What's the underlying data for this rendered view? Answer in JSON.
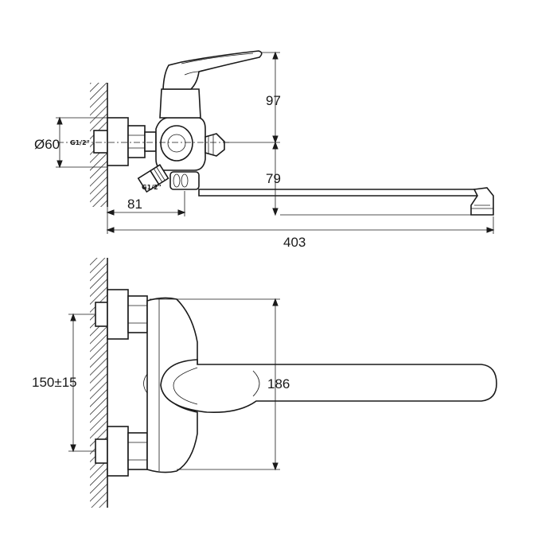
{
  "top_view": {
    "dim_height_upper": "97",
    "dim_height_lower": "79",
    "dim_diameter": "Ø60",
    "dim_wall_offset": "81",
    "dim_total_length": "403",
    "thread_label_inlet": "G1/2\"",
    "thread_label_outlet": "G1/2\""
  },
  "front_view": {
    "dim_spacing": "150±15",
    "dim_height": "186"
  }
}
